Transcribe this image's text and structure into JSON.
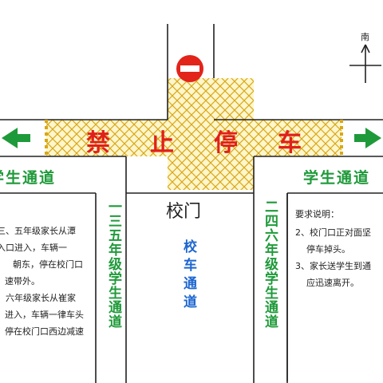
{
  "colors": {
    "road_border": "#222222",
    "hatch": "#d8a818",
    "hatch_fill": "#fff6cc",
    "no_parking_text": "#e0201a",
    "channel_text": "#1f9a3a",
    "bus_channel_text": "#1e66d0",
    "arrow": "#1f9a3a",
    "sign_red": "#e2241b"
  },
  "icons": {
    "no_entry": "no-entry-sign-icon",
    "compass": "compass-icon",
    "left_arrow": "arrow-left-icon",
    "right_arrow": "arrow-right-icon"
  },
  "compass": {
    "label": "南"
  },
  "no_parking": {
    "chars": [
      "禁",
      "止",
      "停",
      "车"
    ]
  },
  "left_channel_label": "学生通道",
  "right_channel_label": "学生通道",
  "gate_label": "校门",
  "bus_channel": "校车通道",
  "grade135_channel": "一三五年级学生通道",
  "grade246_channel": "二四六年级学生通道",
  "left_notes": [
    ":",
    "三、五年级家长从潭",
    "入口进入，车辆一",
    "朝东，停在校门口",
    "速带外。",
    "、六年级家长从崔家",
    "进入，车辆一律车头",
    "停在校门口西边减速"
  ],
  "right_notes": {
    "title": "要求说明：",
    "items": [
      "2、校门口正对面坚",
      "   停车掉头。",
      "3、家长送学生到通",
      "   应迅速离开。"
    ]
  }
}
